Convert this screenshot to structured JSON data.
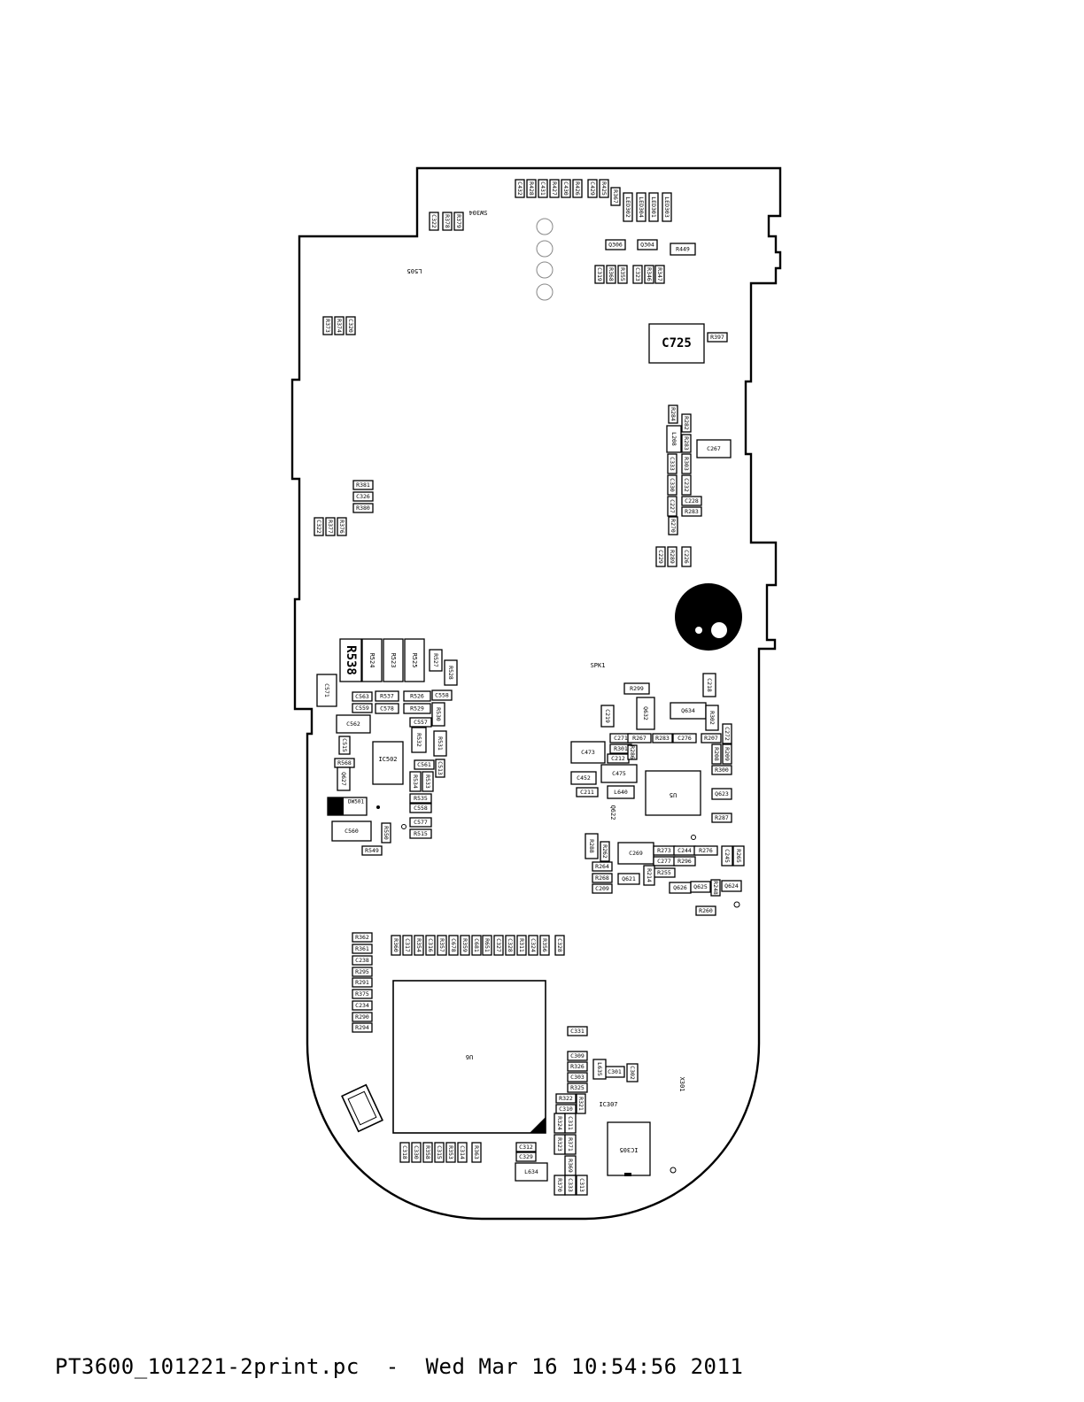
{
  "footer_text": "PT3600_101221-2print.pc  -  Wed Mar 16 10:54:56 2011",
  "labels": {
    "sw304": "SW304",
    "l505": "L505",
    "spk1": "SPK1",
    "u6": "U6",
    "ic307": "IC307",
    "x301": "X301",
    "q622": "Q622",
    "u5": "U5",
    "ic502": "IC502",
    "ic305": "IC305"
  },
  "components_h": [
    [
      "R449",
      757,
      275,
      28,
      13
    ],
    [
      "Q306",
      684,
      271,
      22,
      11
    ],
    [
      "Q304",
      720,
      271,
      22,
      11
    ],
    [
      "R397",
      799,
      376,
      22,
      10
    ],
    [
      "C267",
      787,
      497,
      38,
      20
    ],
    [
      "C228",
      770,
      561,
      22,
      10
    ],
    [
      "R283",
      770,
      573,
      22,
      10
    ],
    [
      "R381",
      399,
      543,
      22,
      10
    ],
    [
      "C326",
      399,
      556,
      22,
      10
    ],
    [
      "R380",
      399,
      569,
      22,
      10
    ],
    [
      "R537",
      424,
      781,
      26,
      11
    ],
    [
      "R526",
      456,
      781,
      30,
      11
    ],
    [
      "C558",
      488,
      780,
      22,
      11
    ],
    [
      "C563",
      398,
      782,
      22,
      10
    ],
    [
      "C559",
      398,
      795,
      22,
      10
    ],
    [
      "C578",
      424,
      795,
      26,
      11
    ],
    [
      "R529",
      456,
      795,
      30,
      11
    ],
    [
      "C562",
      380,
      808,
      38,
      20
    ],
    [
      "C557",
      463,
      811,
      24,
      10
    ],
    [
      "R568",
      378,
      857,
      22,
      10
    ],
    [
      "C561",
      468,
      859,
      22,
      10
    ],
    [
      "R535",
      463,
      897,
      24,
      10
    ],
    [
      "C558",
      463,
      908,
      24,
      10
    ],
    [
      "C577",
      463,
      924,
      24,
      10
    ],
    [
      "R515",
      463,
      937,
      24,
      10
    ],
    [
      "C560",
      375,
      928,
      44,
      22
    ],
    [
      "R549",
      409,
      956,
      22,
      10
    ],
    [
      "R299",
      705,
      772,
      28,
      12
    ],
    [
      "Q634",
      757,
      794,
      40,
      18
    ],
    [
      "C271",
      689,
      829,
      24,
      10
    ],
    [
      "R267",
      709,
      829,
      26,
      10
    ],
    [
      "R283",
      737,
      829,
      22,
      10
    ],
    [
      "C276",
      760,
      829,
      26,
      10
    ],
    [
      "R207",
      792,
      829,
      22,
      10
    ],
    [
      "C473",
      645,
      838,
      38,
      24
    ],
    [
      "R301",
      689,
      841,
      24,
      10
    ],
    [
      "C212",
      686,
      852,
      24,
      10
    ],
    [
      "C475",
      679,
      864,
      40,
      20
    ],
    [
      "C452",
      645,
      872,
      28,
      14
    ],
    [
      "C211",
      651,
      890,
      24,
      10
    ],
    [
      "L640",
      686,
      888,
      30,
      14
    ],
    [
      "Q623",
      804,
      891,
      22,
      12
    ],
    [
      "R300",
      804,
      865,
      22,
      10
    ],
    [
      "R287",
      804,
      919,
      22,
      10
    ],
    [
      "C269",
      698,
      952,
      40,
      24
    ],
    [
      "R273",
      738,
      956,
      24,
      10
    ],
    [
      "C244",
      761,
      956,
      24,
      10
    ],
    [
      "R276",
      784,
      956,
      26,
      10
    ],
    [
      "C277",
      738,
      968,
      24,
      10
    ],
    [
      "R296",
      761,
      968,
      24,
      10
    ],
    [
      "R264",
      669,
      974,
      22,
      10
    ],
    [
      "R255",
      738,
      981,
      24,
      10
    ],
    [
      "R268",
      669,
      987,
      22,
      10
    ],
    [
      "Q621",
      698,
      987,
      24,
      12
    ],
    [
      "C209",
      669,
      999,
      22,
      10
    ],
    [
      "Q626",
      756,
      997,
      24,
      12
    ],
    [
      "Q625",
      780,
      996,
      22,
      12
    ],
    [
      "Q624",
      815,
      995,
      22,
      12
    ],
    [
      "R260",
      786,
      1024,
      22,
      10
    ],
    [
      "R362",
      398,
      1054,
      22,
      10
    ],
    [
      "R361",
      398,
      1067,
      22,
      10
    ],
    [
      "C238",
      398,
      1080,
      22,
      10
    ],
    [
      "R295",
      398,
      1093,
      22,
      10
    ],
    [
      "R291",
      398,
      1105,
      22,
      10
    ],
    [
      "R375",
      398,
      1118,
      22,
      10
    ],
    [
      "C234",
      398,
      1131,
      22,
      10
    ],
    [
      "R290",
      398,
      1144,
      22,
      10
    ],
    [
      "R294",
      398,
      1156,
      22,
      10
    ],
    [
      "C331",
      641,
      1160,
      22,
      10
    ],
    [
      "C309",
      641,
      1188,
      22,
      10
    ],
    [
      "R326",
      641,
      1200,
      22,
      10
    ],
    [
      "C303",
      641,
      1212,
      22,
      10
    ],
    [
      "R325",
      641,
      1224,
      22,
      10
    ],
    [
      "R322",
      628,
      1236,
      22,
      10
    ],
    [
      "C310",
      628,
      1248,
      22,
      10
    ],
    [
      "C301",
      683,
      1205,
      22,
      12
    ],
    [
      "C312",
      583,
      1291,
      22,
      10
    ],
    [
      "C329",
      583,
      1302,
      22,
      10
    ],
    [
      "L634",
      582,
      1314,
      36,
      20
    ]
  ],
  "components_v": [
    [
      "C432",
      582,
      203,
      10,
      20
    ],
    [
      "R428",
      595,
      203,
      10,
      20
    ],
    [
      "C431",
      608,
      203,
      10,
      20
    ],
    [
      "R427",
      621,
      203,
      10,
      20
    ],
    [
      "C430",
      634,
      203,
      10,
      20
    ],
    [
      "R426",
      647,
      203,
      10,
      20
    ],
    [
      "C429",
      664,
      203,
      10,
      20
    ],
    [
      "R425",
      677,
      203,
      10,
      20
    ],
    [
      "R367",
      690,
      212,
      10,
      20
    ],
    [
      "LED302",
      704,
      218,
      10,
      32
    ],
    [
      "LED304",
      719,
      218,
      10,
      32
    ],
    [
      "LED301",
      733,
      218,
      10,
      32
    ],
    [
      "LED303",
      748,
      218,
      10,
      32
    ],
    [
      "C322",
      485,
      240,
      10,
      20
    ],
    [
      "R378",
      500,
      240,
      10,
      20
    ],
    [
      "R379",
      513,
      240,
      10,
      20
    ],
    [
      "C319",
      672,
      300,
      10,
      20
    ],
    [
      "R368",
      685,
      300,
      10,
      20
    ],
    [
      "R355",
      698,
      300,
      10,
      20
    ],
    [
      "C323",
      715,
      300,
      10,
      20
    ],
    [
      "R346",
      728,
      300,
      10,
      20
    ],
    [
      "R347",
      740,
      300,
      10,
      20
    ],
    [
      "R373",
      365,
      358,
      10,
      20
    ],
    [
      "R374",
      378,
      358,
      10,
      20
    ],
    [
      "C320",
      391,
      358,
      10,
      20
    ],
    [
      "R284",
      755,
      458,
      10,
      20
    ],
    [
      "R282",
      770,
      468,
      10,
      20
    ],
    [
      "L208",
      753,
      481,
      16,
      30
    ],
    [
      "R283",
      770,
      491,
      10,
      20
    ],
    [
      "C333",
      754,
      513,
      10,
      22
    ],
    [
      "R303",
      770,
      513,
      10,
      22
    ],
    [
      "C330",
      754,
      537,
      10,
      22
    ],
    [
      "C232",
      770,
      537,
      10,
      22
    ],
    [
      "C227",
      754,
      561,
      10,
      22
    ],
    [
      "R270",
      755,
      584,
      10,
      20
    ],
    [
      "C322",
      355,
      585,
      10,
      20
    ],
    [
      "R377",
      368,
      585,
      10,
      20
    ],
    [
      "R376",
      381,
      585,
      10,
      20
    ],
    [
      "C229",
      741,
      618,
      10,
      22
    ],
    [
      "R289",
      754,
      618,
      10,
      22
    ],
    [
      "C226",
      770,
      618,
      10,
      22
    ],
    [
      "R527",
      485,
      734,
      14,
      24
    ],
    [
      "R528",
      502,
      746,
      14,
      28
    ],
    [
      "C571",
      358,
      762,
      22,
      36
    ],
    [
      "R530",
      488,
      794,
      14,
      26
    ],
    [
      "R532",
      465,
      822,
      16,
      28
    ],
    [
      "R531",
      490,
      826,
      14,
      28
    ],
    [
      "C515",
      383,
      832,
      12,
      20
    ],
    [
      "C513",
      492,
      858,
      10,
      20
    ],
    [
      "Q627",
      381,
      867,
      14,
      26
    ],
    [
      "R534",
      463,
      872,
      12,
      22
    ],
    [
      "R533",
      477,
      872,
      12,
      22
    ],
    [
      "R550",
      431,
      930,
      10,
      22
    ],
    [
      "C218",
      794,
      761,
      14,
      26
    ],
    [
      "Q632",
      719,
      788,
      20,
      36
    ],
    [
      "C219",
      679,
      797,
      14,
      24
    ],
    [
      "R302",
      797,
      797,
      14,
      28
    ],
    [
      "C272",
      816,
      818,
      10,
      22
    ],
    [
      "R286",
      709,
      842,
      10,
      16
    ],
    [
      "R208",
      804,
      841,
      10,
      22
    ],
    [
      "R209",
      816,
      841,
      10,
      22
    ],
    [
      "R288",
      661,
      942,
      14,
      28
    ],
    [
      "R262",
      678,
      951,
      10,
      22
    ],
    [
      "C245",
      815,
      956,
      12,
      22
    ],
    [
      "R265",
      828,
      956,
      12,
      22
    ],
    [
      "R214",
      727,
      978,
      12,
      22
    ],
    [
      "R248",
      803,
      994,
      10,
      18
    ],
    [
      "R360",
      442,
      1057,
      10,
      22
    ],
    [
      "C317",
      455,
      1057,
      10,
      22
    ],
    [
      "R354",
      468,
      1057,
      10,
      22
    ],
    [
      "C316",
      481,
      1057,
      10,
      22
    ],
    [
      "R357",
      494,
      1057,
      10,
      22
    ],
    [
      "C678",
      507,
      1057,
      10,
      22
    ],
    [
      "R359",
      520,
      1057,
      10,
      22
    ],
    [
      "C681",
      533,
      1057,
      10,
      22
    ],
    [
      "R651",
      545,
      1057,
      10,
      22
    ],
    [
      "C327",
      558,
      1057,
      10,
      22
    ],
    [
      "C328",
      571,
      1057,
      10,
      22
    ],
    [
      "R311",
      584,
      1057,
      10,
      22
    ],
    [
      "C324",
      597,
      1057,
      10,
      22
    ],
    [
      "R356",
      610,
      1057,
      10,
      22
    ],
    [
      "C328",
      627,
      1057,
      10,
      22
    ],
    [
      "L635",
      670,
      1197,
      14,
      22
    ],
    [
      "C302",
      708,
      1202,
      12,
      20
    ],
    [
      "R321",
      651,
      1236,
      10,
      22
    ],
    [
      "R324",
      626,
      1258,
      12,
      22
    ],
    [
      "C311",
      638,
      1258,
      12,
      22
    ],
    [
      "R323",
      626,
      1282,
      12,
      22
    ],
    [
      "R371",
      638,
      1282,
      12,
      22
    ],
    [
      "C318",
      452,
      1291,
      10,
      22
    ],
    [
      "C330",
      465,
      1291,
      10,
      22
    ],
    [
      "R358",
      478,
      1291,
      10,
      22
    ],
    [
      "C315",
      491,
      1291,
      10,
      22
    ],
    [
      "R353",
      504,
      1291,
      10,
      22
    ],
    [
      "C314",
      517,
      1291,
      10,
      22
    ],
    [
      "R363",
      533,
      1291,
      10,
      22
    ],
    [
      "R369",
      638,
      1306,
      12,
      22
    ],
    [
      "R370",
      626,
      1328,
      12,
      22
    ],
    [
      "C333",
      638,
      1328,
      12,
      22
    ],
    [
      "C313",
      651,
      1328,
      12,
      22
    ]
  ],
  "components_big": [
    [
      "C725",
      733,
      366,
      62,
      44
    ],
    [
      "R538",
      384,
      722,
      24,
      48
    ],
    [
      "R524",
      409,
      722,
      22,
      48
    ],
    [
      "R523",
      433,
      722,
      22,
      48
    ],
    [
      "R525",
      457,
      722,
      22,
      48
    ]
  ]
}
